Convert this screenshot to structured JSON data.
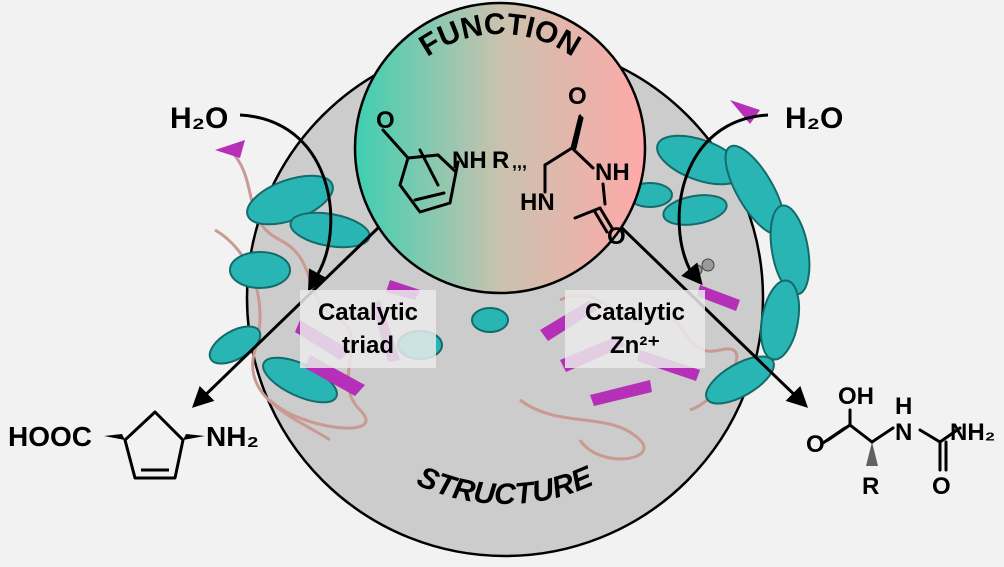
{
  "top_label": "FUNCTION",
  "bottom_label": "STRUCTURE",
  "left": {
    "water": "H₂O",
    "site_line1": "Catalytic",
    "site_line2": "triad",
    "product_left": "HOOC",
    "product_right": "NH₂",
    "substrate_nh": "NH"
  },
  "right": {
    "water": "H₂O",
    "site_line1": "Catalytic",
    "site_line2": "Zn²⁺",
    "substrate_r": "R",
    "substrate_o1": "O",
    "substrate_nh1": "NH",
    "substrate_hn": "HN",
    "substrate_o2": "O",
    "product_oh": "OH",
    "product_o1": "O",
    "product_h": "H",
    "product_n": "N",
    "product_nh2": "NH₂",
    "product_o2": "O",
    "product_r": "R"
  },
  "colors": {
    "gradient_left": "#3ecfb1",
    "gradient_right": "#ffa9a9",
    "helix": "#2ab5b5",
    "sheet": "#b52fb8",
    "loop": "#c99a92",
    "circle": "#cccccc"
  }
}
